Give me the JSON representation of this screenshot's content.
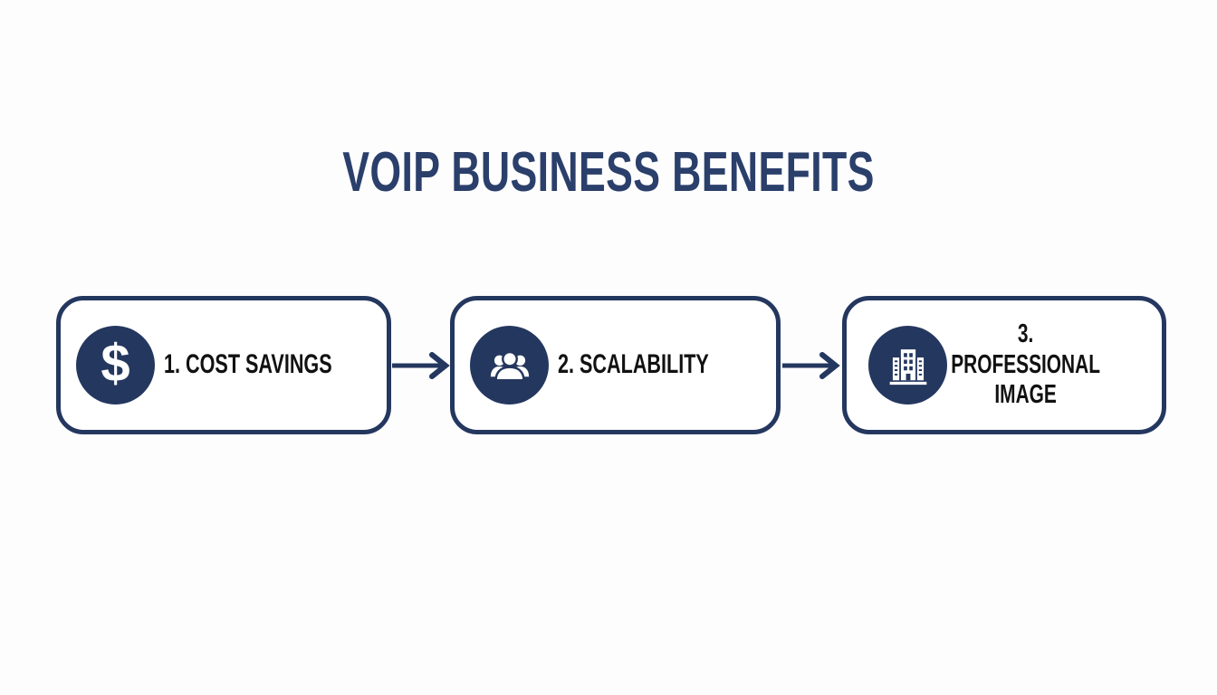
{
  "title": "VOIP BUSINESS BENEFITS",
  "colors": {
    "navy": "#24375f",
    "title_navy": "#2b3f6b",
    "label_black": "#111111",
    "card_fill": "#ffffff",
    "background": "#fdfdfe"
  },
  "flow": {
    "steps": [
      {
        "label": "1. COST SAVINGS",
        "icon": "dollar-icon",
        "glyph": "$"
      },
      {
        "label": "2. SCALABILITY",
        "icon": "people-icon"
      },
      {
        "label": "3. PROFESSIONAL IMAGE",
        "icon": "building-icon"
      }
    ],
    "connectors": [
      {
        "type": "arrow-right"
      },
      {
        "type": "arrow-right"
      }
    ]
  }
}
